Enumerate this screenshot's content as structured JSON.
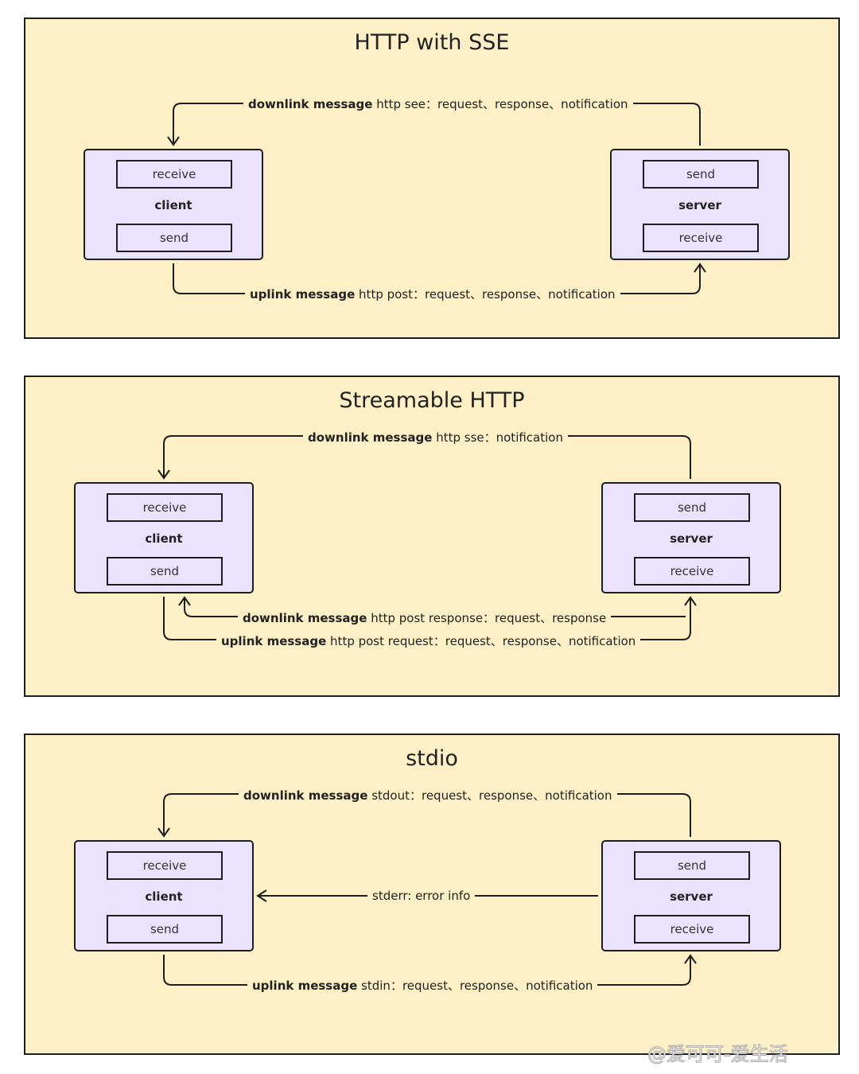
{
  "panels": [
    {
      "title": "HTTP with SSE",
      "client": {
        "name": "client",
        "top_slot": "receive",
        "bottom_slot": "send"
      },
      "server": {
        "name": "server",
        "top_slot": "send",
        "bottom_slot": "receive"
      },
      "downlink": {
        "bold": "downlink message",
        "text": " http see：request、response、notification"
      },
      "uplink": {
        "bold": "uplink message",
        "text": " http post：request、response、notification"
      }
    },
    {
      "title": "Streamable HTTP",
      "client": {
        "name": "client",
        "top_slot": "receive",
        "bottom_slot": "send"
      },
      "server": {
        "name": "server",
        "top_slot": "send",
        "bottom_slot": "receive"
      },
      "downlink": {
        "bold": "downlink message",
        "text": " http sse：notification"
      },
      "downlink2": {
        "bold": "downlink message",
        "text": " http post response：request、response"
      },
      "uplink": {
        "bold": "uplink message",
        "text": " http post request：request、response、notification"
      }
    },
    {
      "title": "stdio",
      "client": {
        "name": "client",
        "top_slot": "receive",
        "bottom_slot": "send"
      },
      "server": {
        "name": "server",
        "top_slot": "send",
        "bottom_slot": "receive"
      },
      "downlink": {
        "bold": "downlink message",
        "text": " stdout：request、response、notification"
      },
      "stderr": "stderr: error info",
      "uplink": {
        "bold": "uplink message",
        "text": " stdin：request、response、notification"
      }
    }
  ],
  "watermark": "@爱可可-爱生活"
}
